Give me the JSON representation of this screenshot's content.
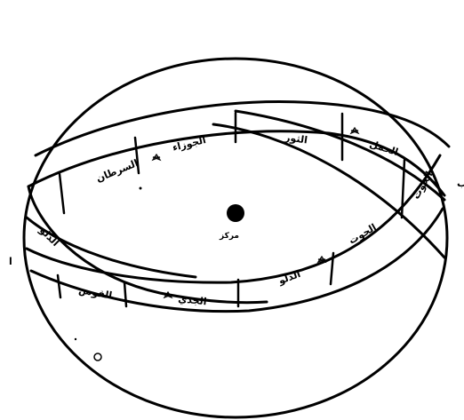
{
  "diagram": {
    "center_label": "مركز",
    "upper_band_labels": [
      "السرطان",
      "الجوزاء",
      "الثور",
      "الحمل",
      "الحوت",
      "الدلو"
    ],
    "lower_band_labels": [
      "الحوت",
      "الدلو",
      "الجدي",
      "القوس"
    ],
    "outer_labels": [
      "ب",
      "ا"
    ]
  }
}
